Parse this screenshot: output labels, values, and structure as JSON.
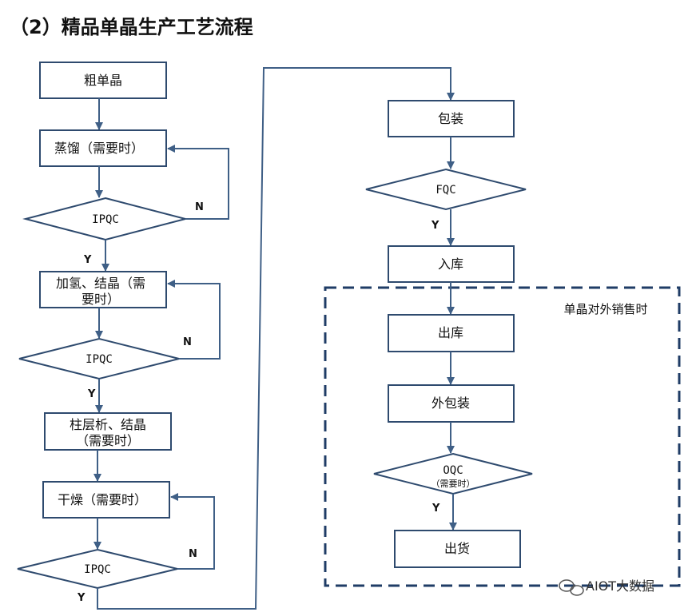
{
  "title": "（2）精品单晶生产工艺流程",
  "nodes": {
    "crude": "粗单晶",
    "distill": "蒸馏（需要时）",
    "ipqc1": "IPQC",
    "hydro_1": "加氢、结晶（需",
    "hydro_2": "要时）",
    "ipqc2": "IPQC",
    "column_1": "柱层析、结晶",
    "column_2": "（需要时）",
    "dry": "干燥（需要时）",
    "ipqc3": "IPQC",
    "pack": "包装",
    "fqc": "FQC",
    "store_in": "入库",
    "store_out": "出库",
    "outer_pack": "外包装",
    "oqc": "OQC",
    "oqc_note": "（需要时）",
    "ship": "出货"
  },
  "branches": {
    "n1": "N",
    "n2": "N",
    "n3": "N",
    "y1": "Y",
    "y2": "Y",
    "y3": "Y",
    "y4": "Y",
    "y5": "Y"
  },
  "group_label": "单晶对外销售时",
  "watermark": "AIOT大数据",
  "colors": {
    "box_stroke": "#2e4a6e",
    "arrow": "#3f5f86",
    "group_border": "#1f3c66"
  }
}
